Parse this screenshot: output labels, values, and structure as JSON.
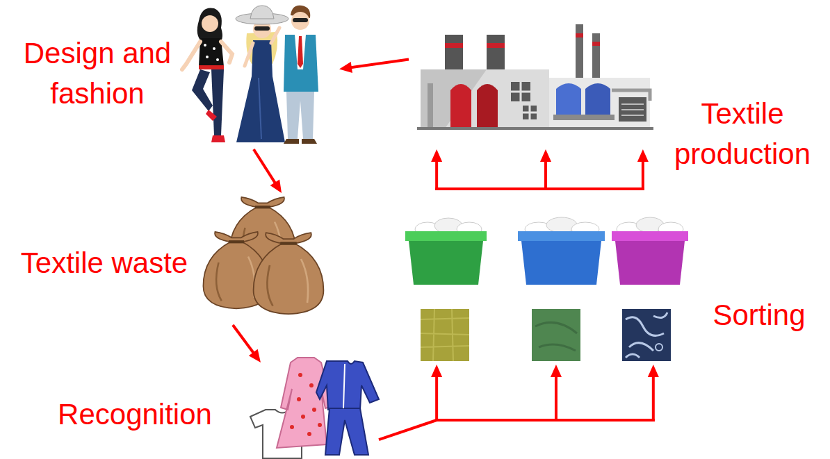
{
  "diagram": {
    "nodes": [
      {
        "text": [
          "Design and fashion"
        ]
      },
      {
        "text": [
          "Textile production"
        ]
      },
      {
        "text": [
          "Textile waste"
        ]
      },
      {
        "text": [
          "Sorting"
        ]
      },
      {
        "text": [
          "Recognition"
        ]
      }
    ],
    "edges": [
      {
        "from": 1,
        "to": 0,
        "arrow": "to"
      },
      {
        "from": 0,
        "to": 2,
        "arrow": "to"
      },
      {
        "from": 2,
        "to": 4,
        "arrow": "to"
      },
      {
        "from": 4,
        "to": 3,
        "arrow": "to"
      },
      {
        "from": 3,
        "to": 1,
        "arrow": "to"
      }
    ]
  }
}
